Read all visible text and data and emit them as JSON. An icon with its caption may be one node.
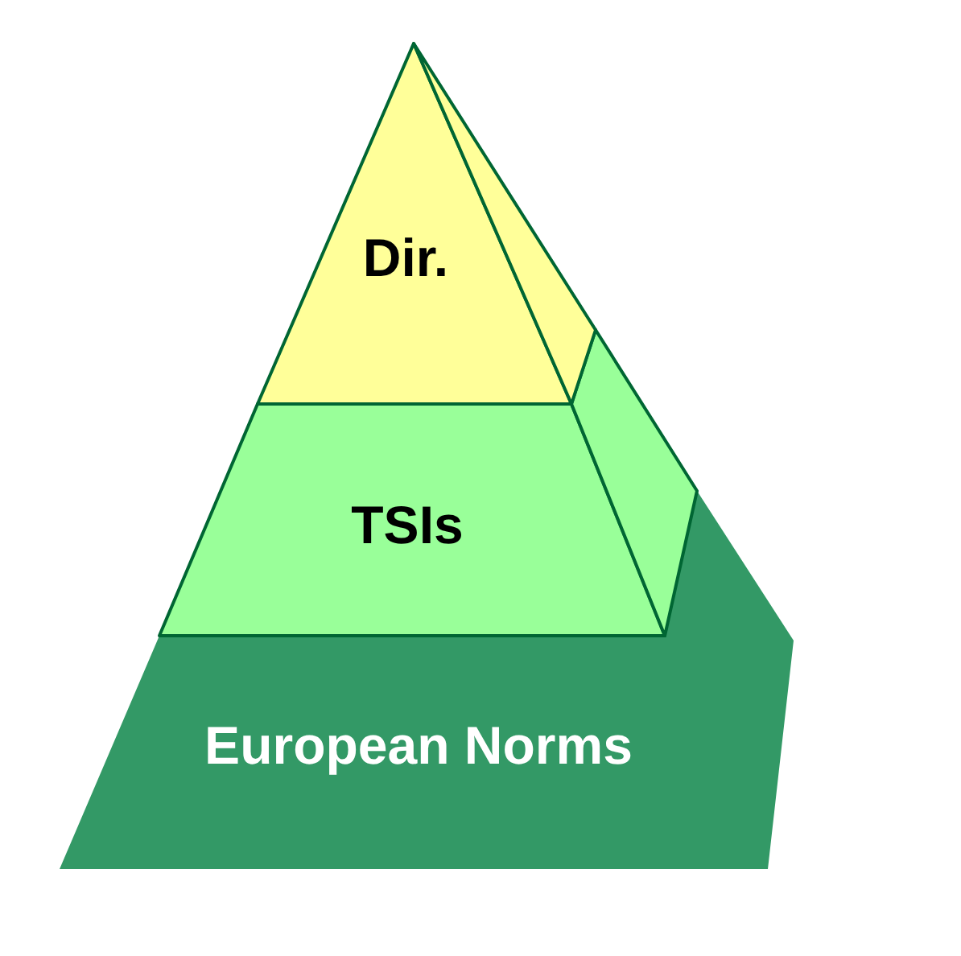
{
  "diagram": {
    "nodes": [
      {
        "text": [
          "Dir."
        ]
      },
      {
        "text": [
          "TSIs"
        ]
      },
      {
        "text": [
          "European Norms"
        ]
      }
    ]
  }
}
